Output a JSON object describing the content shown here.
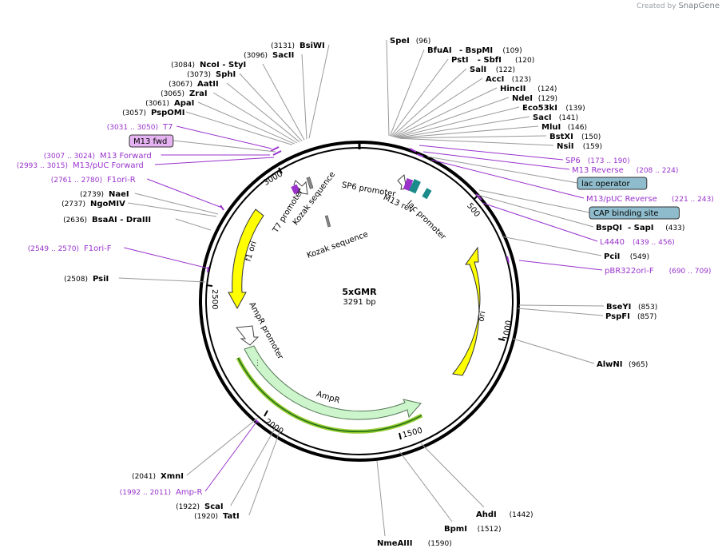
{
  "credit": {
    "prefix": "Created by",
    "brand": "SnapGene"
  },
  "plasmid": {
    "name": "5xGMR",
    "length_label": "3291 bp",
    "length": 3291
  },
  "colors": {
    "ori": "#ffff00",
    "amp": "#ccf5cc",
    "amp_dark": "#1a6b1a",
    "primer": "#9933cc",
    "leader": "#999999",
    "lac_box": "#8fbccc"
  },
  "ticks": [
    "500",
    "1000",
    "1500",
    "2000",
    "2500",
    "3000"
  ],
  "enzymes_right": [
    {
      "name": "SpeI",
      "pos": "(96)"
    },
    {
      "name": "BfuAI",
      "name2": "BspMI",
      "pos": "(109)"
    },
    {
      "name": "PstI",
      "name2": "SbfI",
      "pos": "(120)"
    },
    {
      "name": "SalI",
      "pos": "(122)"
    },
    {
      "name": "AccI",
      "pos": "(123)"
    },
    {
      "name": "HincII",
      "pos": "(124)"
    },
    {
      "name": "NdeI",
      "pos": "(129)"
    },
    {
      "name": "Eco53kI",
      "pos": "(139)"
    },
    {
      "name": "SacI",
      "pos": "(141)"
    },
    {
      "name": "MluI",
      "pos": "(146)"
    },
    {
      "name": "BstXI",
      "pos": "(150)"
    },
    {
      "name": "NsiI",
      "pos": "(159)"
    }
  ],
  "enzymes_left": [
    {
      "name": "BsiWI",
      "pos": "(3131)"
    },
    {
      "name": "SacII",
      "pos": "(3096)"
    },
    {
      "name": "NcoI",
      "name2": "StyI",
      "pos": "(3084)"
    },
    {
      "name": "SphI",
      "pos": "(3073)"
    },
    {
      "name": "AatII",
      "pos": "(3067)"
    },
    {
      "name": "ZraI",
      "pos": "(3065)"
    },
    {
      "name": "ApaI",
      "pos": "(3061)"
    },
    {
      "name": "PspOMI",
      "pos": "(3057)"
    }
  ],
  "features_right": [
    {
      "name": "SP6",
      "pos": "(173 .. 190)"
    },
    {
      "name": "M13 Reverse",
      "pos": "(208 .. 224)"
    },
    {
      "name": "lac operator",
      "boxed": true
    },
    {
      "name": "M13/pUC Reverse",
      "pos": "(221 .. 243)"
    },
    {
      "name": "CAP binding site",
      "boxed": true
    },
    {
      "name": "BspQI",
      "name2": "SapI",
      "pos": "(433)",
      "enzyme": true
    },
    {
      "name": "L4440",
      "pos": "(439 .. 456)"
    },
    {
      "name": "PciI",
      "pos": "(549)",
      "enzyme": true
    },
    {
      "name": "pBR322ori-F",
      "pos": "(690 .. 709)"
    },
    {
      "name": "BseYI",
      "pos": "(853)",
      "enzyme": true
    },
    {
      "name": "PspFI",
      "pos": "(857)",
      "enzyme": true
    },
    {
      "name": "AlwNI",
      "pos": "(965)",
      "enzyme": true
    }
  ],
  "bottom_labels": [
    {
      "name": "AhdI",
      "pos": "(1442)"
    },
    {
      "name": "BpmI",
      "pos": "(1512)"
    },
    {
      "name": "NmeAIII",
      "pos": "(1590)"
    }
  ],
  "left_labels": [
    {
      "name": "T7",
      "pos": "(3031 .. 3050)",
      "primer": true
    },
    {
      "name": "M13 fwd",
      "boxed": true
    },
    {
      "name": "M13 Forward",
      "pos": "(3007 .. 3024)",
      "primer": true
    },
    {
      "name": "M13/pUC Forward",
      "pos": "(2993 .. 3015)",
      "primer": true
    },
    {
      "name": "F1ori-R",
      "pos": "(2761 .. 2780)",
      "primer": true
    },
    {
      "name": "NaeI",
      "pos": "(2739)"
    },
    {
      "name": "NgoMIV",
      "pos": "(2737)"
    },
    {
      "name": "BsaAI",
      "name2": "DraIII",
      "pos": "(2636)"
    },
    {
      "name": "F1ori-F",
      "pos": "(2549 .. 2570)",
      "primer": true
    },
    {
      "name": "PsiI",
      "pos": "(2508)"
    },
    {
      "name": "XmnI",
      "pos": "(2041)"
    },
    {
      "name": "Amp-R",
      "pos": "(1992 .. 2011)",
      "primer": true
    },
    {
      "name": "ScaI",
      "pos": "(1922)"
    },
    {
      "name": "TatI",
      "pos": "(1920)"
    }
  ],
  "inner_labels": {
    "t7_promoter": "T7 promoter",
    "kozak1": "Kozak sequence",
    "kozak2": "Kozak sequence",
    "sp6_promoter": "SP6 promoter",
    "m13_rev": "M13 rev",
    "lac_promoter": "lac promoter",
    "f1_ori": "f1 ori",
    "ori": "ori",
    "ampr_promoter": "AmpR promoter",
    "ampr": "AmpR"
  }
}
